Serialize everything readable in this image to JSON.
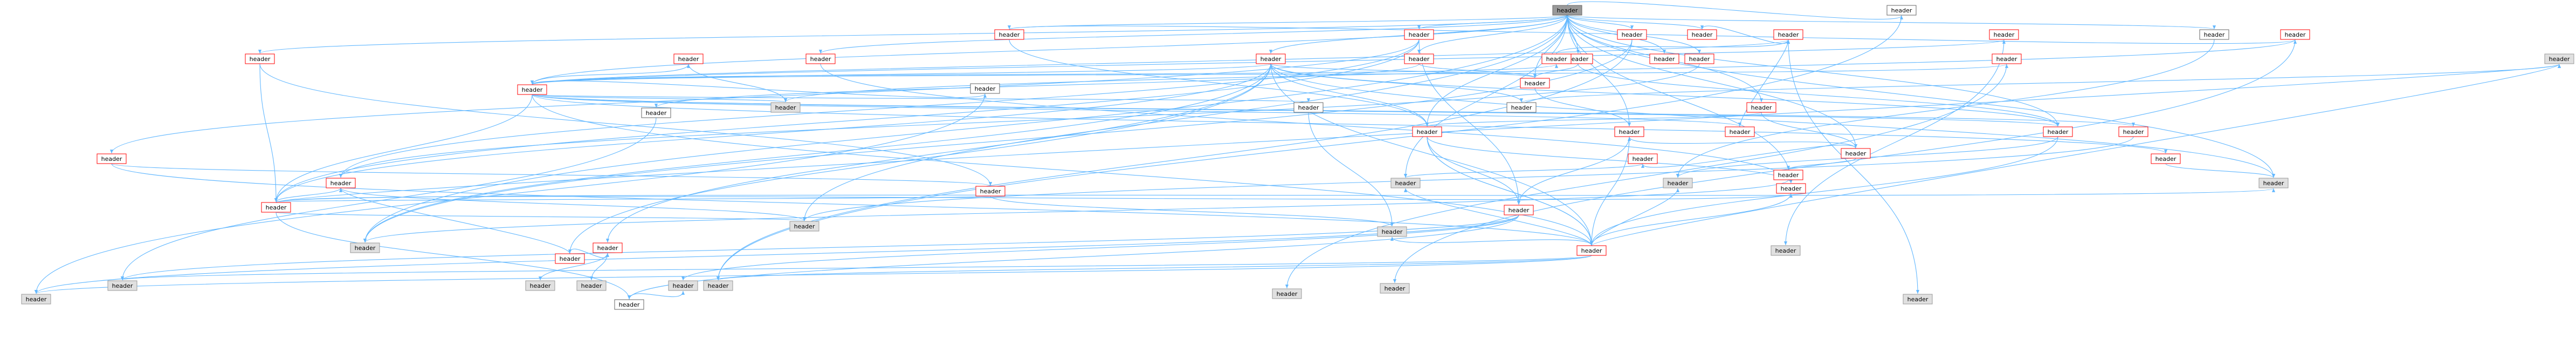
{
  "colors": {
    "root_fill": "#999999",
    "header_stroke": "#ff0000",
    "system_fill": "#e0e0e0",
    "system_stroke": "#999999",
    "default_stroke": "#666666",
    "edge": "#63b8ff",
    "text": "#000000"
  },
  "nodes": [
    {
      "id": "n1",
      "label": "header",
      "kind": "root"
    },
    {
      "id": "n2",
      "label": "header",
      "kind": "header"
    },
    {
      "id": "n3",
      "label": "header",
      "kind": "header"
    },
    {
      "id": "n4",
      "label": "header",
      "kind": "header"
    },
    {
      "id": "n5",
      "label": "header",
      "kind": "header"
    },
    {
      "id": "n6",
      "label": "header",
      "kind": "header"
    },
    {
      "id": "n7",
      "label": "header",
      "kind": "header"
    },
    {
      "id": "n8",
      "label": "header",
      "kind": "header"
    },
    {
      "id": "n9",
      "label": "header",
      "kind": "header"
    },
    {
      "id": "n10",
      "label": "header",
      "kind": "header"
    },
    {
      "id": "n11",
      "label": "header",
      "kind": "header"
    },
    {
      "id": "n12",
      "label": "header",
      "kind": "header"
    },
    {
      "id": "n13",
      "label": "header",
      "kind": "header"
    },
    {
      "id": "n14",
      "label": "header",
      "kind": "header"
    },
    {
      "id": "n15",
      "label": "header",
      "kind": "header"
    },
    {
      "id": "n16",
      "label": "header",
      "kind": "header"
    },
    {
      "id": "n17",
      "label": "header",
      "kind": "header"
    },
    {
      "id": "n18",
      "label": "header",
      "kind": "header"
    },
    {
      "id": "n19",
      "label": "header",
      "kind": "header"
    },
    {
      "id": "n20",
      "label": "header",
      "kind": "header"
    },
    {
      "id": "n21",
      "label": "header",
      "kind": "header"
    },
    {
      "id": "n22",
      "label": "header",
      "kind": "header"
    },
    {
      "id": "n23",
      "label": "header",
      "kind": "header"
    },
    {
      "id": "n24",
      "label": "header",
      "kind": "header"
    },
    {
      "id": "n25",
      "label": "header",
      "kind": "header"
    },
    {
      "id": "n26",
      "label": "header",
      "kind": "header"
    },
    {
      "id": "n27",
      "label": "header",
      "kind": "header"
    },
    {
      "id": "n28",
      "label": "header",
      "kind": "header"
    },
    {
      "id": "n29",
      "label": "header",
      "kind": "header"
    },
    {
      "id": "n30",
      "label": "header",
      "kind": "header"
    },
    {
      "id": "n31",
      "label": "header",
      "kind": "header"
    },
    {
      "id": "n32",
      "label": "header",
      "kind": "header"
    },
    {
      "id": "n33",
      "label": "header",
      "kind": "header"
    },
    {
      "id": "n34",
      "label": "header",
      "kind": "header"
    },
    {
      "id": "n35",
      "label": "header",
      "kind": "header"
    },
    {
      "id": "n36",
      "label": "header",
      "kind": "header"
    },
    {
      "id": "n37",
      "label": "header",
      "kind": "header"
    },
    {
      "id": "n38",
      "label": "header",
      "kind": "header"
    },
    {
      "id": "n39",
      "label": "header",
      "kind": "header"
    },
    {
      "id": "n40",
      "label": "header",
      "kind": "default"
    },
    {
      "id": "n41",
      "label": "header",
      "kind": "default"
    },
    {
      "id": "n42",
      "label": "header",
      "kind": "default"
    },
    {
      "id": "n43",
      "label": "header",
      "kind": "default"
    },
    {
      "id": "n44",
      "label": "header",
      "kind": "default"
    },
    {
      "id": "n45",
      "label": "header",
      "kind": "default"
    },
    {
      "id": "n46",
      "label": "header",
      "kind": "default"
    },
    {
      "id": "s1",
      "label": "header",
      "kind": "system"
    },
    {
      "id": "s2",
      "label": "header",
      "kind": "system"
    },
    {
      "id": "s3",
      "label": "header",
      "kind": "system"
    },
    {
      "id": "s4",
      "label": "header",
      "kind": "system"
    },
    {
      "id": "s5",
      "label": "header",
      "kind": "system"
    },
    {
      "id": "s6",
      "label": "header",
      "kind": "system"
    },
    {
      "id": "s7",
      "label": "header",
      "kind": "system"
    },
    {
      "id": "s8",
      "label": "header",
      "kind": "system"
    },
    {
      "id": "s9",
      "label": "header",
      "kind": "system"
    },
    {
      "id": "s10",
      "label": "header",
      "kind": "system"
    },
    {
      "id": "s11",
      "label": "header",
      "kind": "system"
    },
    {
      "id": "s12",
      "label": "header",
      "kind": "system"
    },
    {
      "id": "s13",
      "label": "header",
      "kind": "system"
    },
    {
      "id": "s14",
      "label": "header",
      "kind": "system"
    },
    {
      "id": "s15",
      "label": "header",
      "kind": "system"
    },
    {
      "id": "s16",
      "label": "header",
      "kind": "system"
    },
    {
      "id": "s17",
      "label": "header",
      "kind": "system"
    },
    {
      "id": "s18",
      "label": "header",
      "kind": "system"
    }
  ],
  "edges": [
    [
      "n1",
      "n2"
    ],
    [
      "n1",
      "n3"
    ],
    [
      "n1",
      "n4"
    ],
    [
      "n1",
      "n5"
    ],
    [
      "n1",
      "n6"
    ],
    [
      "n1",
      "n7"
    ],
    [
      "n1",
      "n8"
    ],
    [
      "n1",
      "n9"
    ],
    [
      "n1",
      "n10"
    ],
    [
      "n1",
      "n11"
    ],
    [
      "n1",
      "n12"
    ],
    [
      "n1",
      "n13"
    ],
    [
      "n1",
      "n14"
    ],
    [
      "n1",
      "n15"
    ],
    [
      "n1",
      "n16"
    ],
    [
      "n1",
      "n17"
    ],
    [
      "n1",
      "n18"
    ],
    [
      "n1",
      "n40"
    ],
    [
      "n1",
      "n41"
    ],
    [
      "n1",
      "n19"
    ],
    [
      "n1",
      "n20"
    ],
    [
      "n1",
      "s1"
    ],
    [
      "n1",
      "s2"
    ],
    [
      "n1",
      "s4"
    ],
    [
      "n1",
      "s5"
    ],
    [
      "n2",
      "n21"
    ],
    [
      "n2",
      "n22"
    ],
    [
      "n3",
      "n21"
    ],
    [
      "n3",
      "n23"
    ],
    [
      "n3",
      "n24"
    ],
    [
      "n3",
      "n25"
    ],
    [
      "n4",
      "n26"
    ],
    [
      "n4",
      "n27"
    ],
    [
      "n4",
      "n28"
    ],
    [
      "n4",
      "n18"
    ],
    [
      "n4",
      "n6"
    ],
    [
      "n4",
      "n42"
    ],
    [
      "n4",
      "n19"
    ],
    [
      "n4",
      "n13"
    ],
    [
      "n4",
      "n21"
    ],
    [
      "n4",
      "s4"
    ],
    [
      "n4",
      "s1"
    ],
    [
      "n5",
      "n29"
    ],
    [
      "n5",
      "n18"
    ],
    [
      "n6",
      "n21"
    ],
    [
      "n6",
      "n19"
    ],
    [
      "n6",
      "n30"
    ],
    [
      "n6",
      "n31"
    ],
    [
      "n6",
      "n32"
    ],
    [
      "n6",
      "n28"
    ],
    [
      "n6",
      "n33"
    ],
    [
      "n6",
      "n34"
    ],
    [
      "n6",
      "n35"
    ],
    [
      "n6",
      "n36"
    ],
    [
      "n6",
      "n37"
    ],
    [
      "n6",
      "n43"
    ],
    [
      "n6",
      "n44"
    ],
    [
      "n6",
      "s3"
    ],
    [
      "n7",
      "n13"
    ],
    [
      "n7",
      "n45"
    ],
    [
      "n8",
      "n13"
    ],
    [
      "n8",
      "n19"
    ],
    [
      "n10",
      "n31"
    ],
    [
      "n11",
      "n24"
    ],
    [
      "n12",
      "n20"
    ],
    [
      "n13",
      "n16"
    ],
    [
      "n14",
      "n15"
    ],
    [
      "n14",
      "n18"
    ],
    [
      "n15",
      "n38"
    ],
    [
      "n15",
      "n39"
    ],
    [
      "n15",
      "n16"
    ],
    [
      "n16",
      "n28"
    ],
    [
      "n16",
      "n25"
    ],
    [
      "n17",
      "s4"
    ],
    [
      "n17",
      "s6"
    ],
    [
      "n18",
      "n28"
    ],
    [
      "n18",
      "n25"
    ],
    [
      "n18",
      "n20"
    ],
    [
      "n18",
      "n28"
    ],
    [
      "n19",
      "n28"
    ],
    [
      "n19",
      "s7"
    ],
    [
      "n20",
      "n28"
    ],
    [
      "n21",
      "n20"
    ],
    [
      "n21",
      "s1"
    ],
    [
      "n21",
      "s2"
    ],
    [
      "n21",
      "n46"
    ],
    [
      "n21",
      "s8"
    ],
    [
      "n22",
      "n21"
    ],
    [
      "n22",
      "s9"
    ],
    [
      "n23",
      "n22"
    ],
    [
      "n23",
      "n28"
    ],
    [
      "n24",
      "n21"
    ],
    [
      "n24",
      "s2"
    ],
    [
      "n25",
      "n46"
    ],
    [
      "n25",
      "s10"
    ],
    [
      "n25",
      "s11"
    ],
    [
      "n25",
      "s12"
    ],
    [
      "n26",
      "n24"
    ],
    [
      "n26",
      "n27"
    ],
    [
      "n27",
      "s13"
    ],
    [
      "n27",
      "s14"
    ],
    [
      "n28",
      "s5"
    ],
    [
      "n28",
      "s6"
    ],
    [
      "n28",
      "s7"
    ],
    [
      "n28",
      "s8"
    ],
    [
      "n28",
      "s9"
    ],
    [
      "n28",
      "s10"
    ],
    [
      "n28",
      "s11"
    ],
    [
      "n29",
      "s3"
    ],
    [
      "n29",
      "s15"
    ],
    [
      "n30",
      "s16"
    ],
    [
      "n31",
      "s17"
    ],
    [
      "n32",
      "s18"
    ],
    [
      "n33",
      "n31"
    ],
    [
      "n34",
      "n31"
    ],
    [
      "n35",
      "s1"
    ],
    [
      "n36",
      "s2"
    ],
    [
      "n37",
      "s3"
    ],
    [
      "n38",
      "s4"
    ],
    [
      "n39",
      "s5"
    ],
    [
      "n40",
      "s6"
    ],
    [
      "n41",
      "s7"
    ],
    [
      "n42",
      "s8"
    ],
    [
      "n43",
      "s9"
    ],
    [
      "n44",
      "s10"
    ],
    [
      "n45",
      "s11"
    ],
    [
      "n46",
      "s12"
    ]
  ]
}
